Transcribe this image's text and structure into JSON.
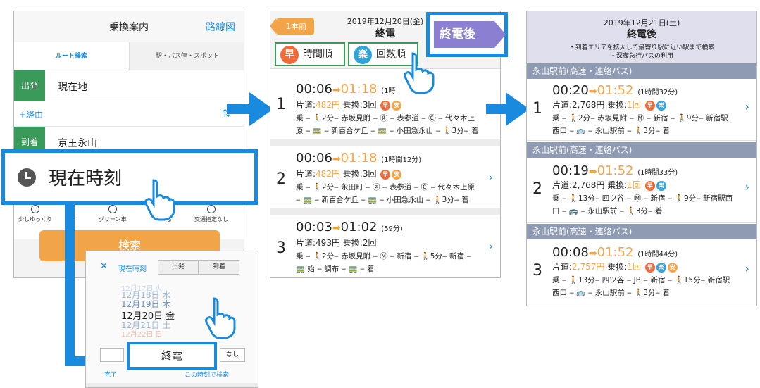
{
  "panel1": {
    "title": "乗換案内",
    "link": "路線図",
    "tabs": [
      "ルート検索",
      "駅・バス停・スポット"
    ],
    "from_label": "出発",
    "from_value": "現在地",
    "via_label": "+経由",
    "swap": "⇅",
    "to_label": "到着",
    "to_value": "京王永山",
    "options": [
      "少しゆっくり",
      "ード",
      "グリーン車",
      "る",
      "交通指定なし"
    ],
    "search_button": "検索"
  },
  "callout_now": "現在時刻",
  "picker": {
    "close": "✕",
    "title": "現在時刻",
    "segments": [
      "出発",
      "到着"
    ],
    "dates": [
      "12月17日 火",
      "12月18日 水",
      "12月19日 木",
      "12月20日 金",
      "12月21日 土",
      "12月22日 日"
    ],
    "last_train": "終電",
    "small_button": "なし",
    "done": "完了",
    "search": "この時刻で検索"
  },
  "panel2": {
    "prev_button": "1本前",
    "date": "2019年12月20日(金)",
    "title": "終電",
    "tab_fast_icon": "早",
    "tab_fast": "時間順",
    "tab_easy_icon": "楽",
    "tab_easy": "回数順",
    "next_button": "終電後",
    "routes": [
      {
        "num": "1",
        "dep": "00:06",
        "arrow": "➡",
        "arr": "01:18",
        "dur": "(1時",
        "fare_prefix": "片道:",
        "fare": "482円",
        "xfer_prefix": "乗換:",
        "xfer": "3回",
        "b1": "早",
        "b2": "安",
        "line1": "乗 ‒ 🚶2分‒ 赤坂見附 ‒ ⓖ ‒ 表参道 ‒ Ⓒ ‒ 代々木上",
        "line2": "原 ‒ 🚃 ‒ 新百合ケ丘 ‒ 🚃 ‒ 小田急永山 ‒ 🚶3分‒ 着"
      },
      {
        "num": "2",
        "dep": "00:06",
        "arrow": "➡",
        "arr": "01:18",
        "dur": "(1時間12分)",
        "fare_prefix": "片道:",
        "fare": "482円",
        "xfer_prefix": "乗換:",
        "xfer": "3回",
        "b1": "早",
        "b2": "安",
        "line1": "乗 ‒ 🚶2分‒ 永田町 ‒ ⓩ ‒ 表参道 ‒ Ⓒ ‒ 代々木上原",
        "line2": "‒ 🚃 ‒ 新百合ケ丘 ‒ 🚃 ‒ 小田急永山 ‒ 🚶3分‒ 着"
      },
      {
        "num": "3",
        "dep": "00:03",
        "arrow": "➡",
        "arr": "01:02",
        "dur": "(59分)",
        "fare_prefix": "片道:",
        "fare": "493円",
        "xfer_prefix": "乗換:",
        "xfer": "2回",
        "line1": "乗 ‒ 🚶2分‒ 赤坂見附 ‒ Ⓜ ‒ 新宿 ‒ 🚶5分‒ 新宿 ‒",
        "line2": "🚃 始 ‒ 調布 ‒ 🚃 ‒ 着"
      }
    ]
  },
  "panel3": {
    "date": "2019年12月21日(土)",
    "title": "終電後",
    "note1": "・到着エリアを拡大して最寄り駅に近い駅まで検索",
    "note2": "・深夜急行バスの利用",
    "section": "永山駅前(高速・連絡バス)",
    "routes": [
      {
        "num": "1",
        "dep": "00:20",
        "arrow": "➡",
        "arr": "01:52",
        "dur": "(1時間32分)",
        "fare_prefix": "片道:",
        "fare": "2,768円",
        "xfer_prefix": "乗換:",
        "xfer": "1回",
        "b1": "早",
        "b2": "楽",
        "line1": "乗 ‒ 🚶2分‒ 赤坂見附 ‒ Ⓜ ‒ 新宿 ‒ 🚶9分‒ 新宿駅",
        "line2": "西口 ‒ 🚌 ‒ 永山駅前 ‒ 🚶3分‒ 着"
      },
      {
        "num": "2",
        "dep": "00:19",
        "arrow": "➡",
        "arr": "01:52",
        "dur": "(1時間33分)",
        "fare_prefix": "片道:",
        "fare": "2,768円",
        "xfer_prefix": "乗換:",
        "xfer": "1回",
        "b1": "早",
        "b2": "楽",
        "line1": "乗 ‒ 🚶13分‒ 四ツ谷 ‒ Ⓜ ‒ 新宿 ‒ 🚶9分‒ 新宿駅西",
        "line2": "口 ‒ 🚌 ‒ 永山駅前 ‒ 🚶3分‒ 着"
      },
      {
        "num": "3",
        "dep": "00:08",
        "arrow": "➡",
        "arr": "01:52",
        "dur": "(1時間44分)",
        "fare_prefix": "片道:",
        "fare": "2,757円",
        "xfer_prefix": "乗換:",
        "xfer": "1回",
        "b1": "早",
        "b2": "楽",
        "b3": "安",
        "line1": "乗 ‒ 🚶13分‒ 四ツ谷 ‒ JB ‒ 新宿 ‒ 🚶15分‒ 新宿駅",
        "line2": "西口 ‒ 🚌 ‒ 永山駅前 ‒ 🚶3分‒ 着"
      }
    ]
  }
}
